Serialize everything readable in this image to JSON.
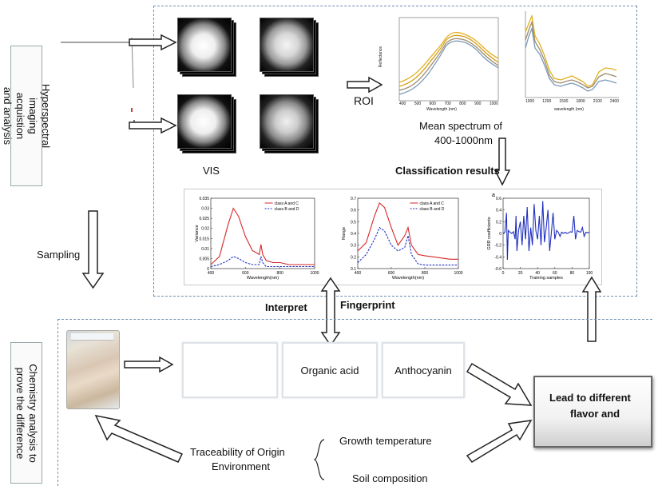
{
  "top": {
    "side_label": "Hyperspectral imaging acquistion and analysis",
    "vis_label": "VIS",
    "roi_label": "ROI",
    "mean_spectrum_line1": "Mean spectrum of",
    "mean_spectrum_line2": "400-1000nm",
    "classification_label": "Classification results",
    "spectrum_chart_1": {
      "ylabel": "Reflectance",
      "xlabel": "Wavelength (nm)",
      "xticks": [
        "400",
        "500",
        "600",
        "700",
        "800",
        "900",
        "1000"
      ]
    },
    "spectrum_chart_2": {
      "xlabel": "wavelength (nm)",
      "xticks": [
        "1000",
        "1200",
        "1500",
        "1800",
        "2100",
        "2400"
      ]
    }
  },
  "middle": {
    "sampling_label": "Sampling",
    "interpret_label": "Interpret",
    "fingerprint_label": "Fingerprint"
  },
  "bottom": {
    "side_label_line1": "Chemistry analysis to",
    "side_label_line2": "prove the difference",
    "box1_label": "",
    "box2_label": "Organic acid",
    "box3_label": "Anthocyanin",
    "result_line1": "Lead to different",
    "result_line2": "flavor and",
    "traceability_line1": "Traceability of Origin",
    "traceability_line2": "Environment",
    "factor1": "Growth temperature",
    "factor2": "Soil composition"
  },
  "chart_data": [
    {
      "type": "line",
      "title": "",
      "xlabel": "Wavelength(nm)",
      "ylabel": "Variance",
      "xlim": [
        400,
        1000
      ],
      "ylim": [
        0,
        0.035
      ],
      "xticks": [
        400,
        600,
        800,
        1000
      ],
      "yticks": [
        "0",
        "0.005",
        "0.01",
        "0.015",
        "0.02",
        "0.025",
        "0.03",
        "0.035"
      ],
      "legend": "top-right",
      "x": [
        400,
        450,
        500,
        530,
        560,
        600,
        640,
        680,
        690,
        700,
        720,
        760,
        800,
        850,
        900,
        950,
        1000
      ],
      "series": [
        {
          "name": "class A and C",
          "color": "#d62728",
          "style": "solid",
          "values": [
            0.002,
            0.006,
            0.022,
            0.03,
            0.026,
            0.016,
            0.009,
            0.007,
            0.012,
            0.007,
            0.004,
            0.003,
            0.003,
            0.002,
            0.002,
            0.002,
            0.002
          ]
        },
        {
          "name": "class B and D",
          "color": "#1f2fbf",
          "style": "dashed",
          "values": [
            0.001,
            0.002,
            0.004,
            0.006,
            0.005,
            0.003,
            0.002,
            0.002,
            0.006,
            0.003,
            0.001,
            0.001,
            0.001,
            0.001,
            0.001,
            0.001,
            0.001
          ]
        }
      ]
    },
    {
      "type": "line",
      "title": "",
      "xlabel": "Wavelength(nm)",
      "ylabel": "Range",
      "xlim": [
        400,
        1000
      ],
      "ylim": [
        0.1,
        0.7
      ],
      "xticks": [
        400,
        600,
        800,
        1000
      ],
      "yticks": [
        "0.1",
        "0.2",
        "0.3",
        "0.4",
        "0.5",
        "0.6",
        "0.7"
      ],
      "legend": "top-right",
      "x": [
        400,
        450,
        500,
        530,
        560,
        600,
        640,
        680,
        700,
        720,
        760,
        800,
        850,
        900,
        950,
        1000
      ],
      "series": [
        {
          "name": "class A and C",
          "color": "#d62728",
          "style": "solid",
          "values": [
            0.25,
            0.32,
            0.55,
            0.66,
            0.62,
            0.45,
            0.3,
            0.38,
            0.45,
            0.3,
            0.22,
            0.21,
            0.2,
            0.19,
            0.18,
            0.18
          ]
        },
        {
          "name": "class B and D",
          "color": "#1f2fbf",
          "style": "dashed",
          "values": [
            0.15,
            0.22,
            0.35,
            0.45,
            0.42,
            0.3,
            0.25,
            0.28,
            0.38,
            0.22,
            0.14,
            0.13,
            0.13,
            0.13,
            0.13,
            0.13
          ]
        }
      ]
    },
    {
      "type": "line",
      "title": "a",
      "xlabel": "Training samples",
      "ylabel": "GRR coefficients",
      "xlim": [
        0,
        100
      ],
      "ylim": [
        -0.6,
        0.6
      ],
      "xticks": [
        0,
        20,
        40,
        60,
        80,
        100
      ],
      "yticks": [
        "-0.6",
        "-0.4",
        "-0.2",
        "0",
        "0.2",
        "0.4",
        "0.6"
      ],
      "series": [
        {
          "name": "",
          "color": "#1f2fbf",
          "style": "solid",
          "x": [
            0,
            2,
            4,
            5,
            6,
            8,
            10,
            12,
            14,
            15,
            16,
            18,
            20,
            22,
            24,
            26,
            28,
            30,
            32,
            34,
            36,
            38,
            40,
            42,
            44,
            46,
            48,
            50,
            52,
            54,
            56,
            58,
            60,
            62,
            64,
            66,
            68,
            70,
            72,
            74,
            76,
            78,
            80,
            82,
            84,
            86,
            88,
            90,
            92,
            94,
            96,
            98,
            100
          ],
          "values": [
            0,
            0.02,
            0.35,
            -0.45,
            0.05,
            0.02,
            0,
            0.03,
            -0.1,
            0.3,
            -0.3,
            0.05,
            0.2,
            -0.2,
            0.3,
            -0.1,
            0.45,
            -0.3,
            0.1,
            -0.2,
            0.5,
            0.05,
            -0.1,
            0.3,
            -0.2,
            0.55,
            -0.15,
            0.1,
            0.4,
            -0.3,
            0.02,
            0.35,
            -0.1,
            0.05,
            0.02,
            -0.05,
            0.02,
            0,
            0.02,
            0,
            0.01,
            0.03,
            0.02,
            0.3,
            -0.1,
            0.05,
            0.03,
            0.02,
            0.1,
            -0.05,
            0.02,
            0.01,
            0.02
          ]
        }
      ]
    }
  ]
}
